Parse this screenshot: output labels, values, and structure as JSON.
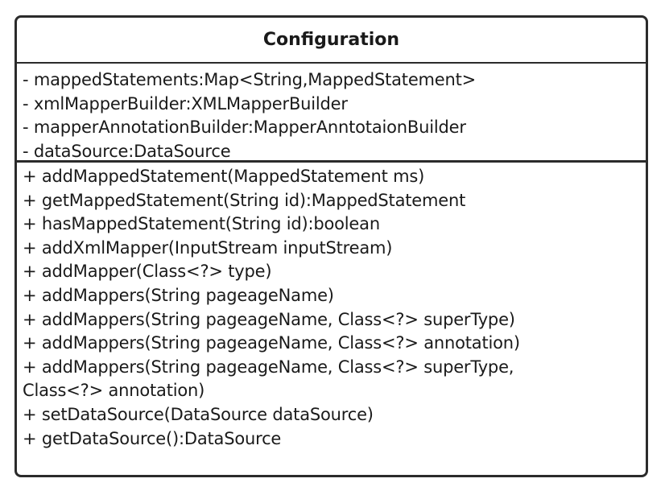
{
  "class_box": {
    "name": "Configuration",
    "attributes": [
      "- mappedStatements:Map<String,MappedStatement>",
      "- xmlMapperBuilder:XMLMapperBuilder",
      "- mapperAnnotationBuilder:MapperAnntotaionBuilder",
      "- dataSource:DataSource"
    ],
    "operations": [
      "+ addMappedStatement(MappedStatement ms)",
      "+ getMappedStatement(String id):MappedStatement",
      "+ hasMappedStatement(String id):boolean",
      "+ addXmlMapper(InputStream inputStream)",
      "+ addMapper(Class<?> type)",
      "+ addMappers(String pageageName)",
      "+ addMappers(String pageageName, Class<?> superType)",
      "+ addMappers(String pageageName, Class<?> annotation)",
      "+ addMappers(String pageageName, Class<?> superType,",
      "Class<?> annotation)",
      "+ setDataSource(DataSource dataSource)",
      "+ getDataSource():DataSource"
    ]
  }
}
